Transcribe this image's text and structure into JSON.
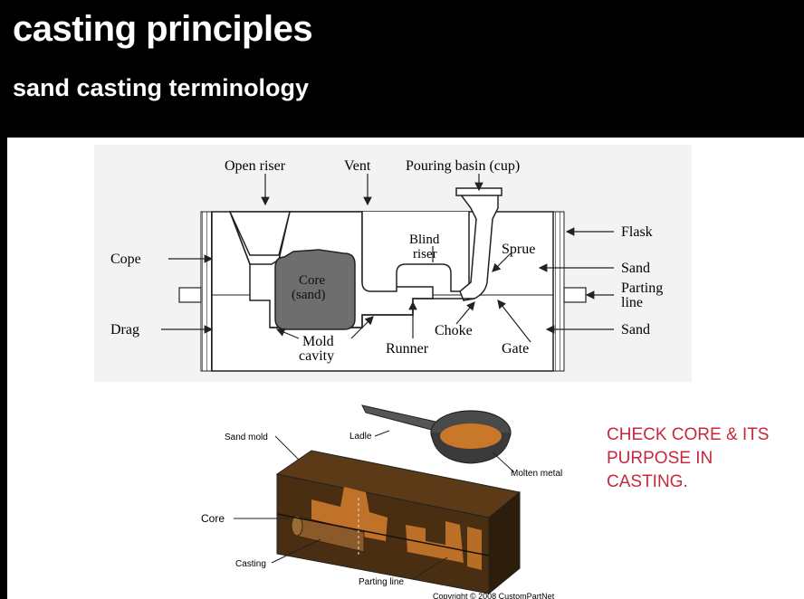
{
  "slide": {
    "title": "casting principles",
    "subtitle": "sand casting terminology"
  },
  "diagram1": {
    "labels": {
      "open_riser": "Open riser",
      "vent": "Vent",
      "pouring_basin": "Pouring basin (cup)",
      "flask": "Flask",
      "cope": "Cope",
      "blind_riser_1": "Blind",
      "blind_riser_2": "riser",
      "sprue": "Sprue",
      "sand_top": "Sand",
      "core_1": "Core",
      "core_2": "(sand)",
      "parting_line_1": "Parting",
      "parting_line_2": "line",
      "drag": "Drag",
      "choke": "Choke",
      "sand_bottom": "Sand",
      "mold_cavity_1": "Mold",
      "mold_cavity_2": "cavity",
      "runner": "Runner",
      "gate": "Gate"
    }
  },
  "diagram2": {
    "labels": {
      "sand_mold": "Sand mold",
      "ladle": "Ladle",
      "molten_metal": "Molten metal",
      "core": "Core",
      "casting": "Casting",
      "parting_line": "Parting line",
      "copyright": "Copyright © 2008 CustomPartNet"
    }
  },
  "note": {
    "line1": "CHECK CORE & ITS",
    "line2": "PURPOSE IN",
    "line3": "CASTING."
  },
  "colors": {
    "note_red": "#c8283c",
    "core_gray": "#6e6e6e",
    "mold_brown": "#4a2e12",
    "metal_orange": "#c9782a"
  }
}
